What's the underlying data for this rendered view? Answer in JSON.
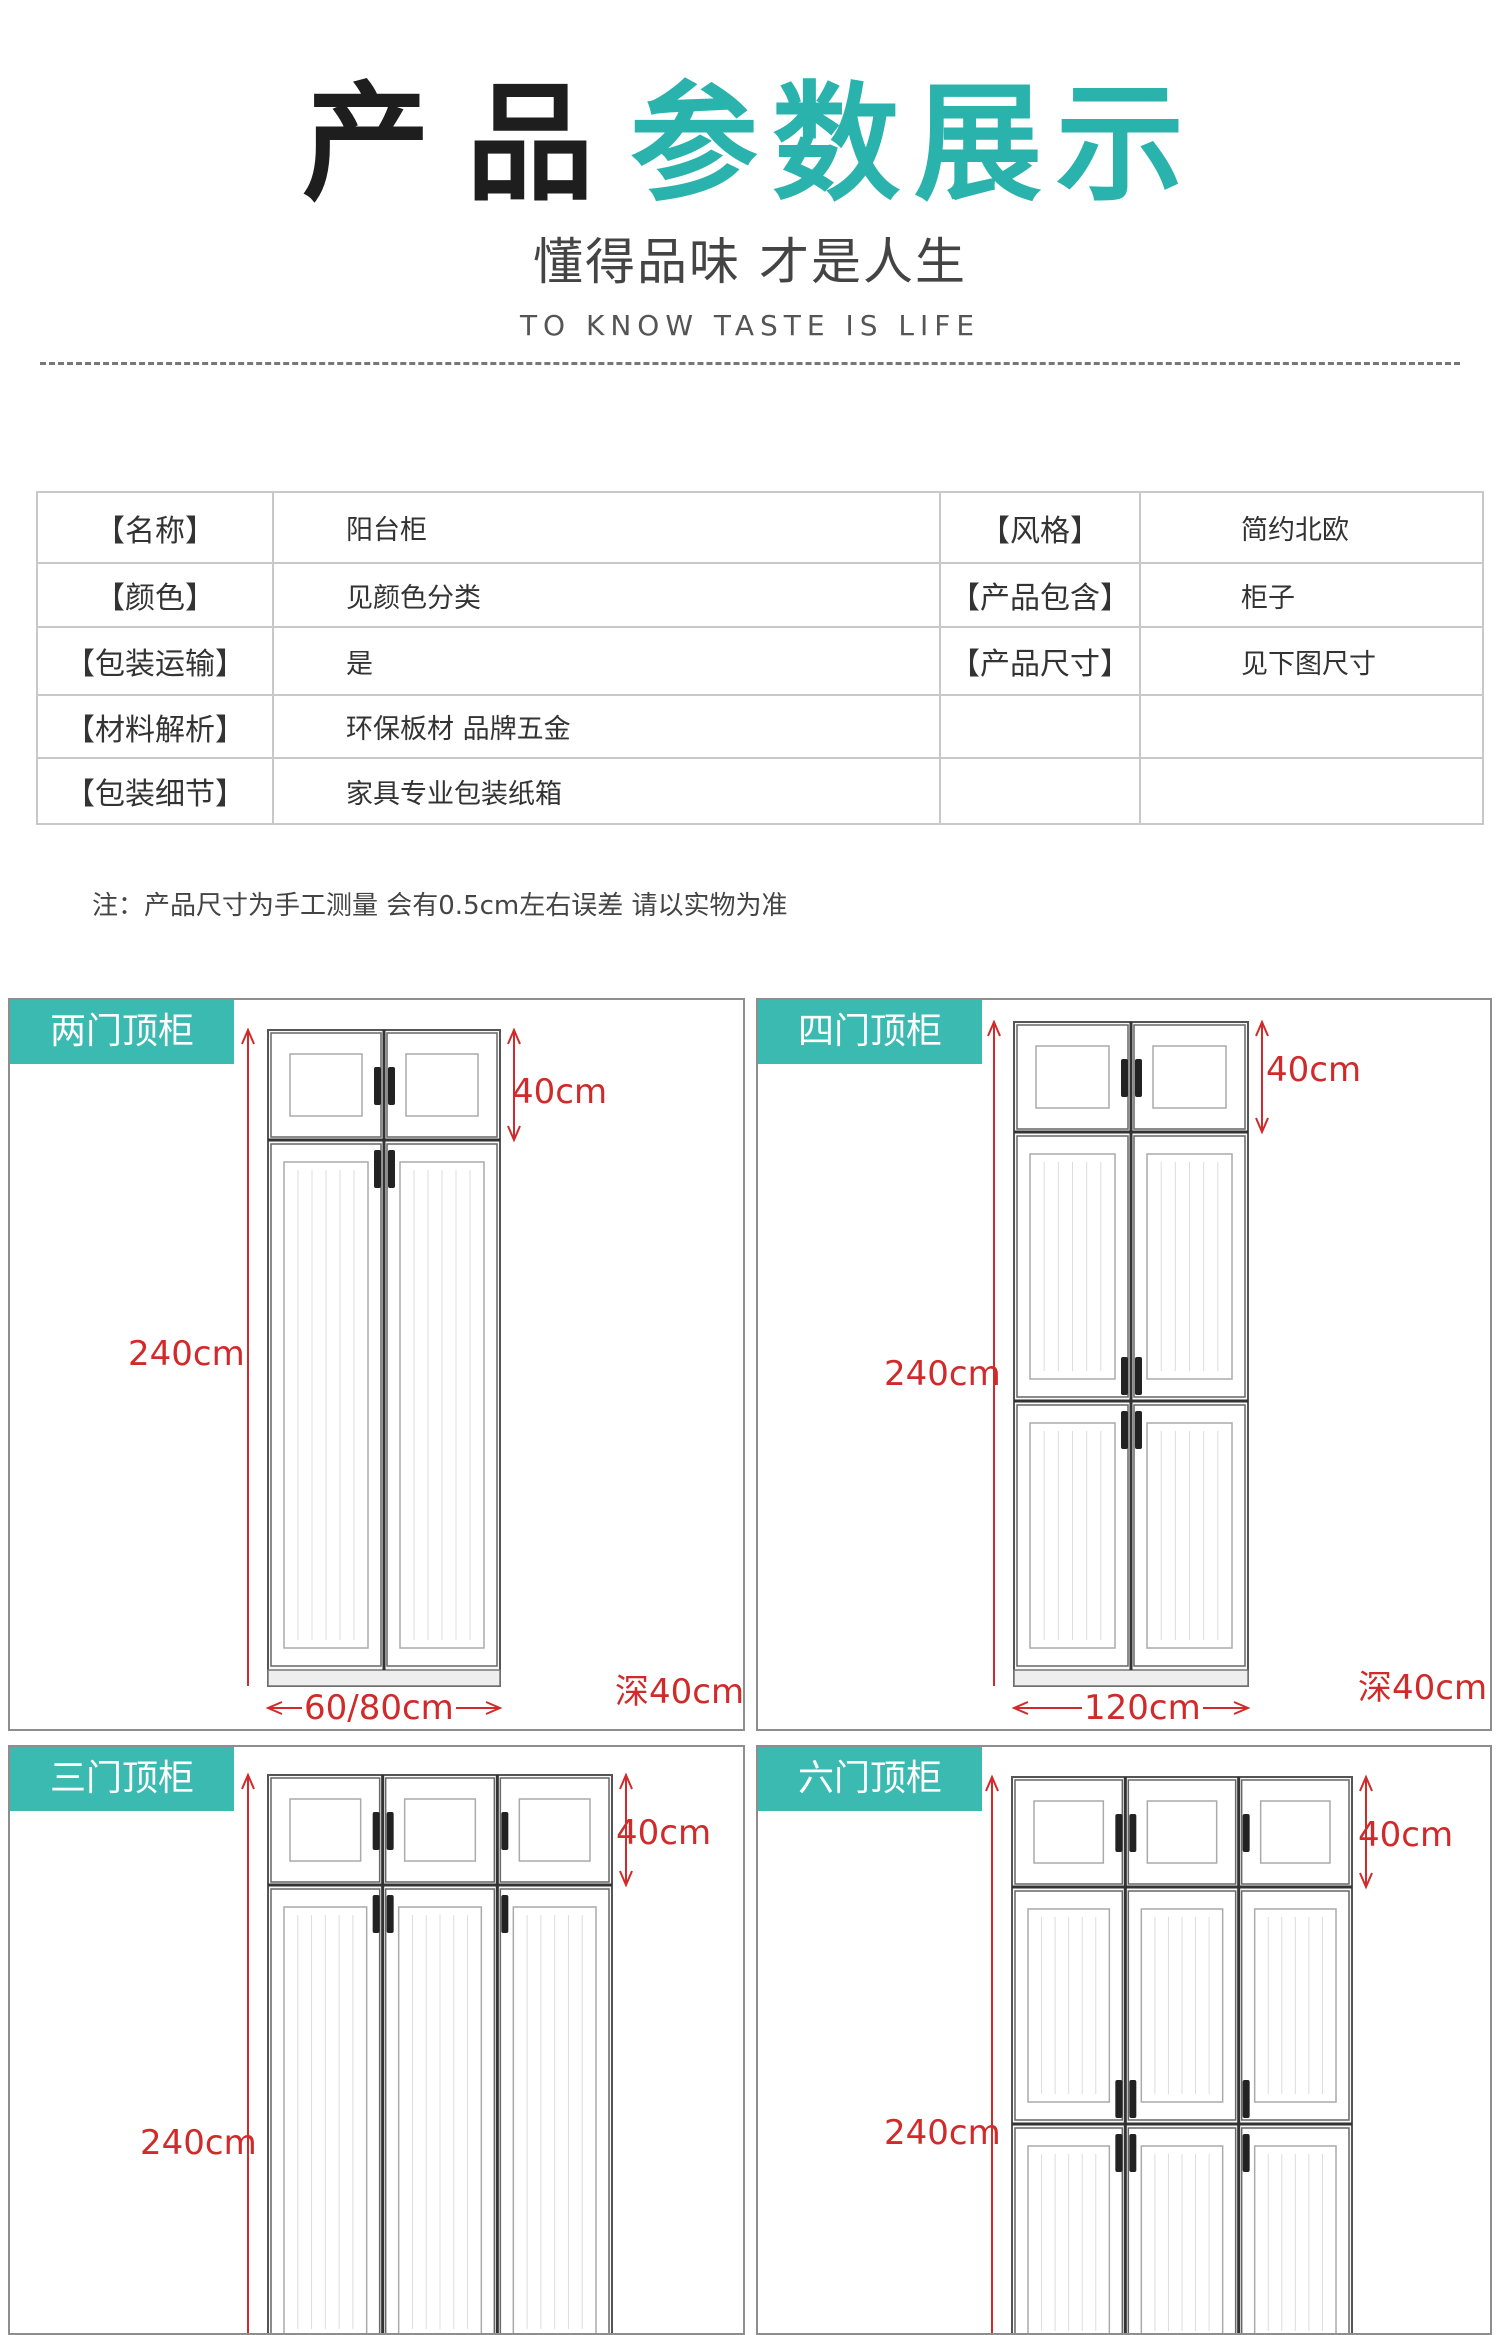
{
  "header": {
    "title_dark": "产品",
    "title_accent": "参数展示",
    "subtitle": "懂得品味 才是人生",
    "subtitle_en": "TO KNOW TASTE IS LIFE"
  },
  "spec_table": {
    "rows": [
      {
        "label1": "【名称】",
        "value1": "阳台柜",
        "label2": "【风格】",
        "value2": "简约北欧"
      },
      {
        "label1": "【颜色】",
        "value1": "见颜色分类",
        "label2": "【产品包含】",
        "value2": "柜子"
      },
      {
        "label1": "【包装运输】",
        "value1": "是",
        "label2": "【产品尺寸】",
        "value2": "见下图尺寸"
      },
      {
        "label1": "【材料解析】",
        "value1": "环保板材   品牌五金",
        "label2": "",
        "value2": ""
      },
      {
        "label1": "【包装细节】",
        "value1": "家具专业包装纸箱",
        "label2": "",
        "value2": ""
      }
    ]
  },
  "note": "注：产品尺寸为手工测量 会有0.5cm左右误差 请以实物为准",
  "panels": [
    {
      "name": "两门顶柜",
      "height": "240cm",
      "top_height": "40cm",
      "width": "60/80cm",
      "depth": "深40cm"
    },
    {
      "name": "四门顶柜",
      "height": "240cm",
      "top_height": "40cm",
      "width": "120cm",
      "depth": "深40cm"
    },
    {
      "name": "三门顶柜",
      "height": "240cm",
      "top_height": "40cm"
    },
    {
      "name": "六门顶柜",
      "height": "240cm",
      "top_height": "40cm"
    }
  ],
  "colors": {
    "accent": "#2ab3ad",
    "tag_bg": "#3bbab2",
    "dimension": "#d02a2a",
    "border": "#c8c8c8"
  }
}
